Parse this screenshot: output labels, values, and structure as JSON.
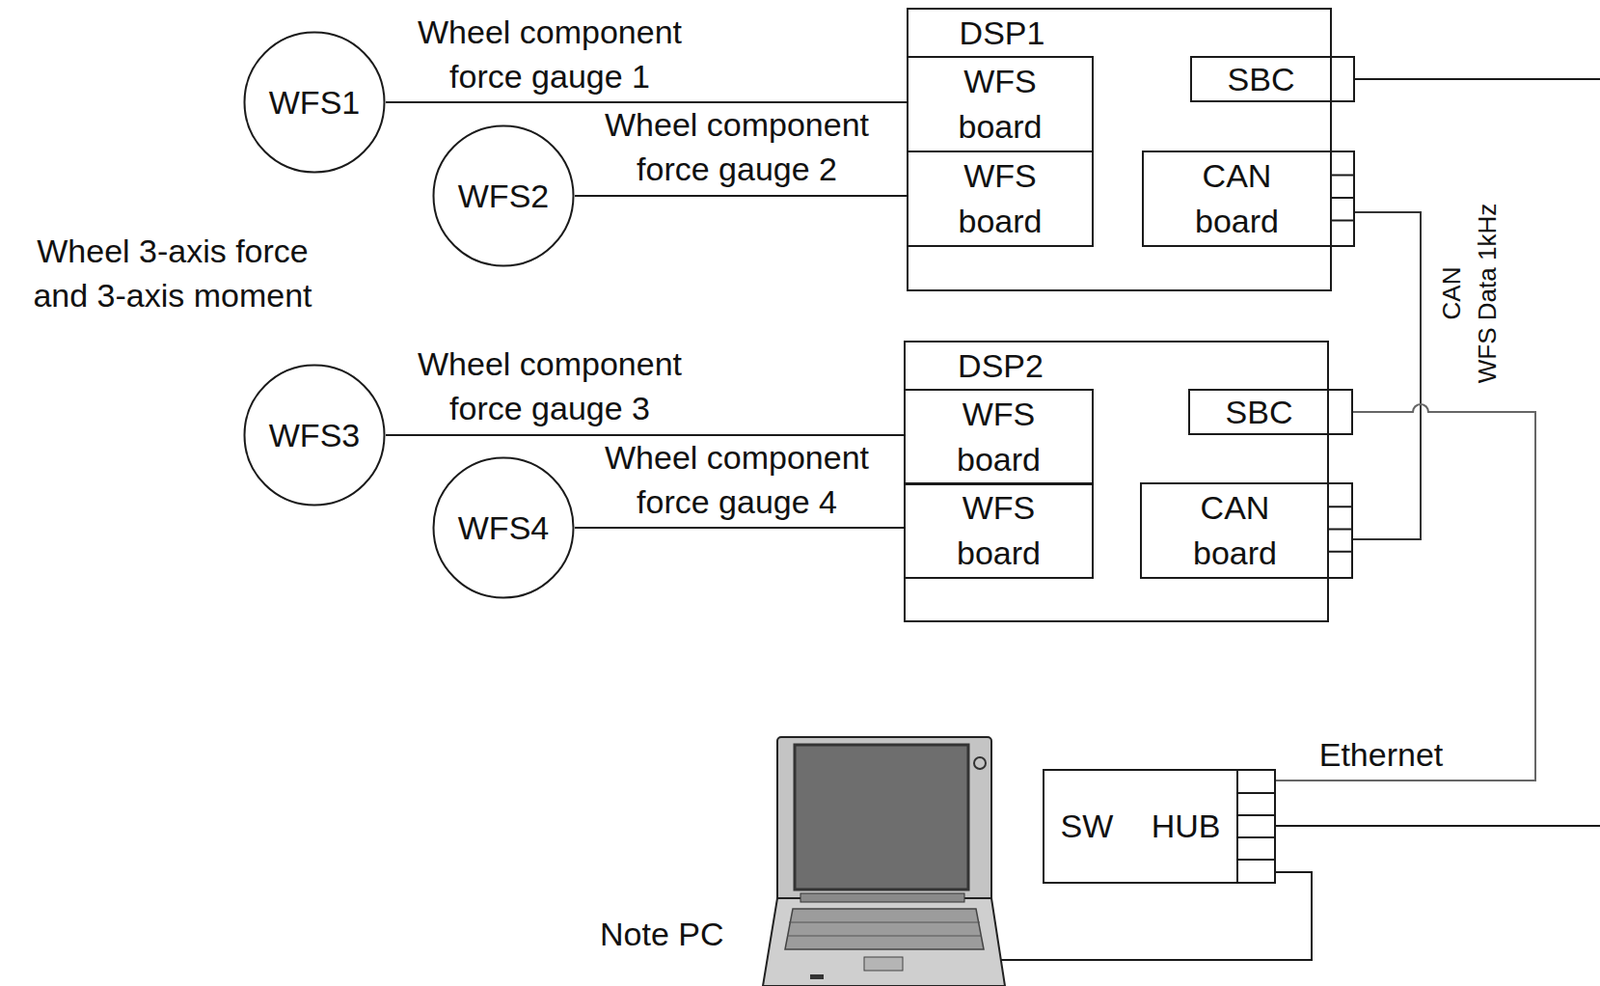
{
  "diagram": {
    "nodes": [
      {
        "text": [
          "WFS1"
        ]
      },
      {
        "text": [
          "WFS2"
        ]
      },
      {
        "text": [
          "DSP1"
        ]
      },
      {
        "text": [
          "WFS board"
        ],
        "in": 2
      },
      {
        "text": [
          "SBC"
        ],
        "in": 2
      },
      {
        "text": [
          "WFS board"
        ],
        "in": 2
      },
      {
        "text": [
          "CAN board"
        ],
        "in": 2
      },
      {
        "text": [
          "WFS3"
        ]
      },
      {
        "text": [
          "WFS4"
        ]
      },
      {
        "text": [
          "DSP2"
        ]
      },
      {
        "text": [
          "WFS board"
        ],
        "in": 9
      },
      {
        "text": [
          "SBC"
        ],
        "in": 9
      },
      {
        "text": [
          "WFS board"
        ],
        "in": 9
      },
      {
        "text": [
          "CAN board"
        ],
        "in": 9
      },
      {
        "text": [
          "SW HUB"
        ]
      },
      {
        "text": [
          "Note PC"
        ]
      }
    ],
    "edges": [
      {
        "from": 0,
        "to": 3,
        "arrow": "none",
        "label": "Wheel component force gauge 1"
      },
      {
        "from": 1,
        "to": 5,
        "arrow": "none",
        "label": "Wheel component force gauge 2"
      },
      {
        "from": 7,
        "to": 10,
        "arrow": "none",
        "label": "Wheel component force gauge 3"
      },
      {
        "from": 8,
        "to": 12,
        "arrow": "none",
        "label": "Wheel component force gauge 4"
      },
      {
        "from": 6,
        "to": 13,
        "arrow": "none",
        "label": "CAN"
      },
      {
        "from": 11,
        "to": 14,
        "arrow": "none",
        "label": "Ethernet"
      },
      {
        "from": 14,
        "to": 15,
        "arrow": "none"
      }
    ],
    "labels": [
      "Wheel 3-axis force and 3-axis moment",
      "WFS Data 1kHz"
    ]
  }
}
